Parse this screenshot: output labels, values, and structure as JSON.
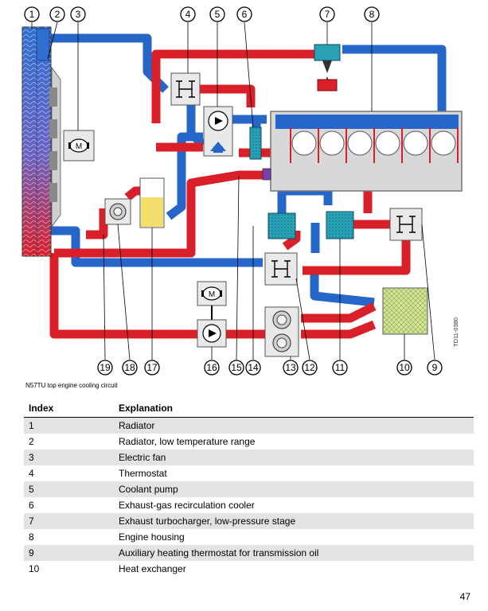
{
  "callouts": [
    "1",
    "2",
    "3",
    "4",
    "5",
    "6",
    "7",
    "8",
    "9",
    "10",
    "11",
    "12",
    "13",
    "14",
    "15",
    "16",
    "17",
    "18",
    "19"
  ],
  "caption": "N57TU top engine cooling circuit",
  "side_code": "TD11-0380",
  "colors": {
    "hot": "#d9202a",
    "cold": "#2566c8",
    "frame": "#6c6c6c",
    "component_bg": "#e9e9e9",
    "heat_exchanger": "#e8e07a",
    "egr": "#2aa0b5",
    "reservoir": "#f3df6a"
  },
  "table": {
    "headers": [
      "Index",
      "Explanation"
    ],
    "rows": [
      [
        "1",
        "Radiator"
      ],
      [
        "2",
        "Radiator, low temperature range"
      ],
      [
        "3",
        "Electric fan"
      ],
      [
        "4",
        "Thermostat"
      ],
      [
        "5",
        "Coolant pump"
      ],
      [
        "6",
        "Exhaust-gas recirculation cooler"
      ],
      [
        "7",
        "Exhaust turbocharger, low-pressure stage"
      ],
      [
        "8",
        "Engine housing"
      ],
      [
        "9",
        "Auxiliary heating thermostat for transmission oil"
      ],
      [
        "10",
        "Heat exchanger"
      ]
    ]
  },
  "motor_label": "M",
  "page_number": "47"
}
